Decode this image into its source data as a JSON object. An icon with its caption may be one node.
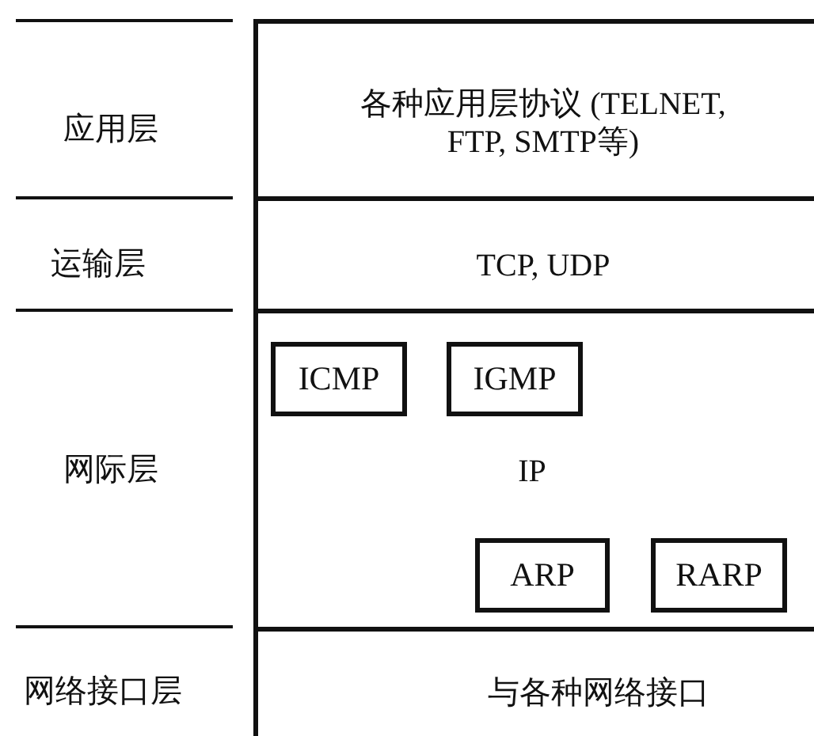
{
  "diagram": {
    "nodes": [
      {
        "text": [
          "应用层"
        ]
      },
      {
        "text": [
          "各种应用层协议 (TELNET, FTP, SMTP等)"
        ]
      },
      {
        "text": [
          "运输层"
        ]
      },
      {
        "text": [
          "TCP, UDP"
        ]
      },
      {
        "text": [
          "网际层"
        ]
      },
      {
        "text": [
          "IP"
        ]
      },
      {
        "text": [
          "ICMP"
        ],
        "in": 5
      },
      {
        "text": [
          "IGMP"
        ],
        "in": 5
      },
      {
        "text": [
          "ARP"
        ],
        "in": 5
      },
      {
        "text": [
          "RARP"
        ],
        "in": 5
      },
      {
        "text": [
          "网络接口层"
        ]
      },
      {
        "text": [
          "与各种网络接口"
        ]
      }
    ]
  }
}
